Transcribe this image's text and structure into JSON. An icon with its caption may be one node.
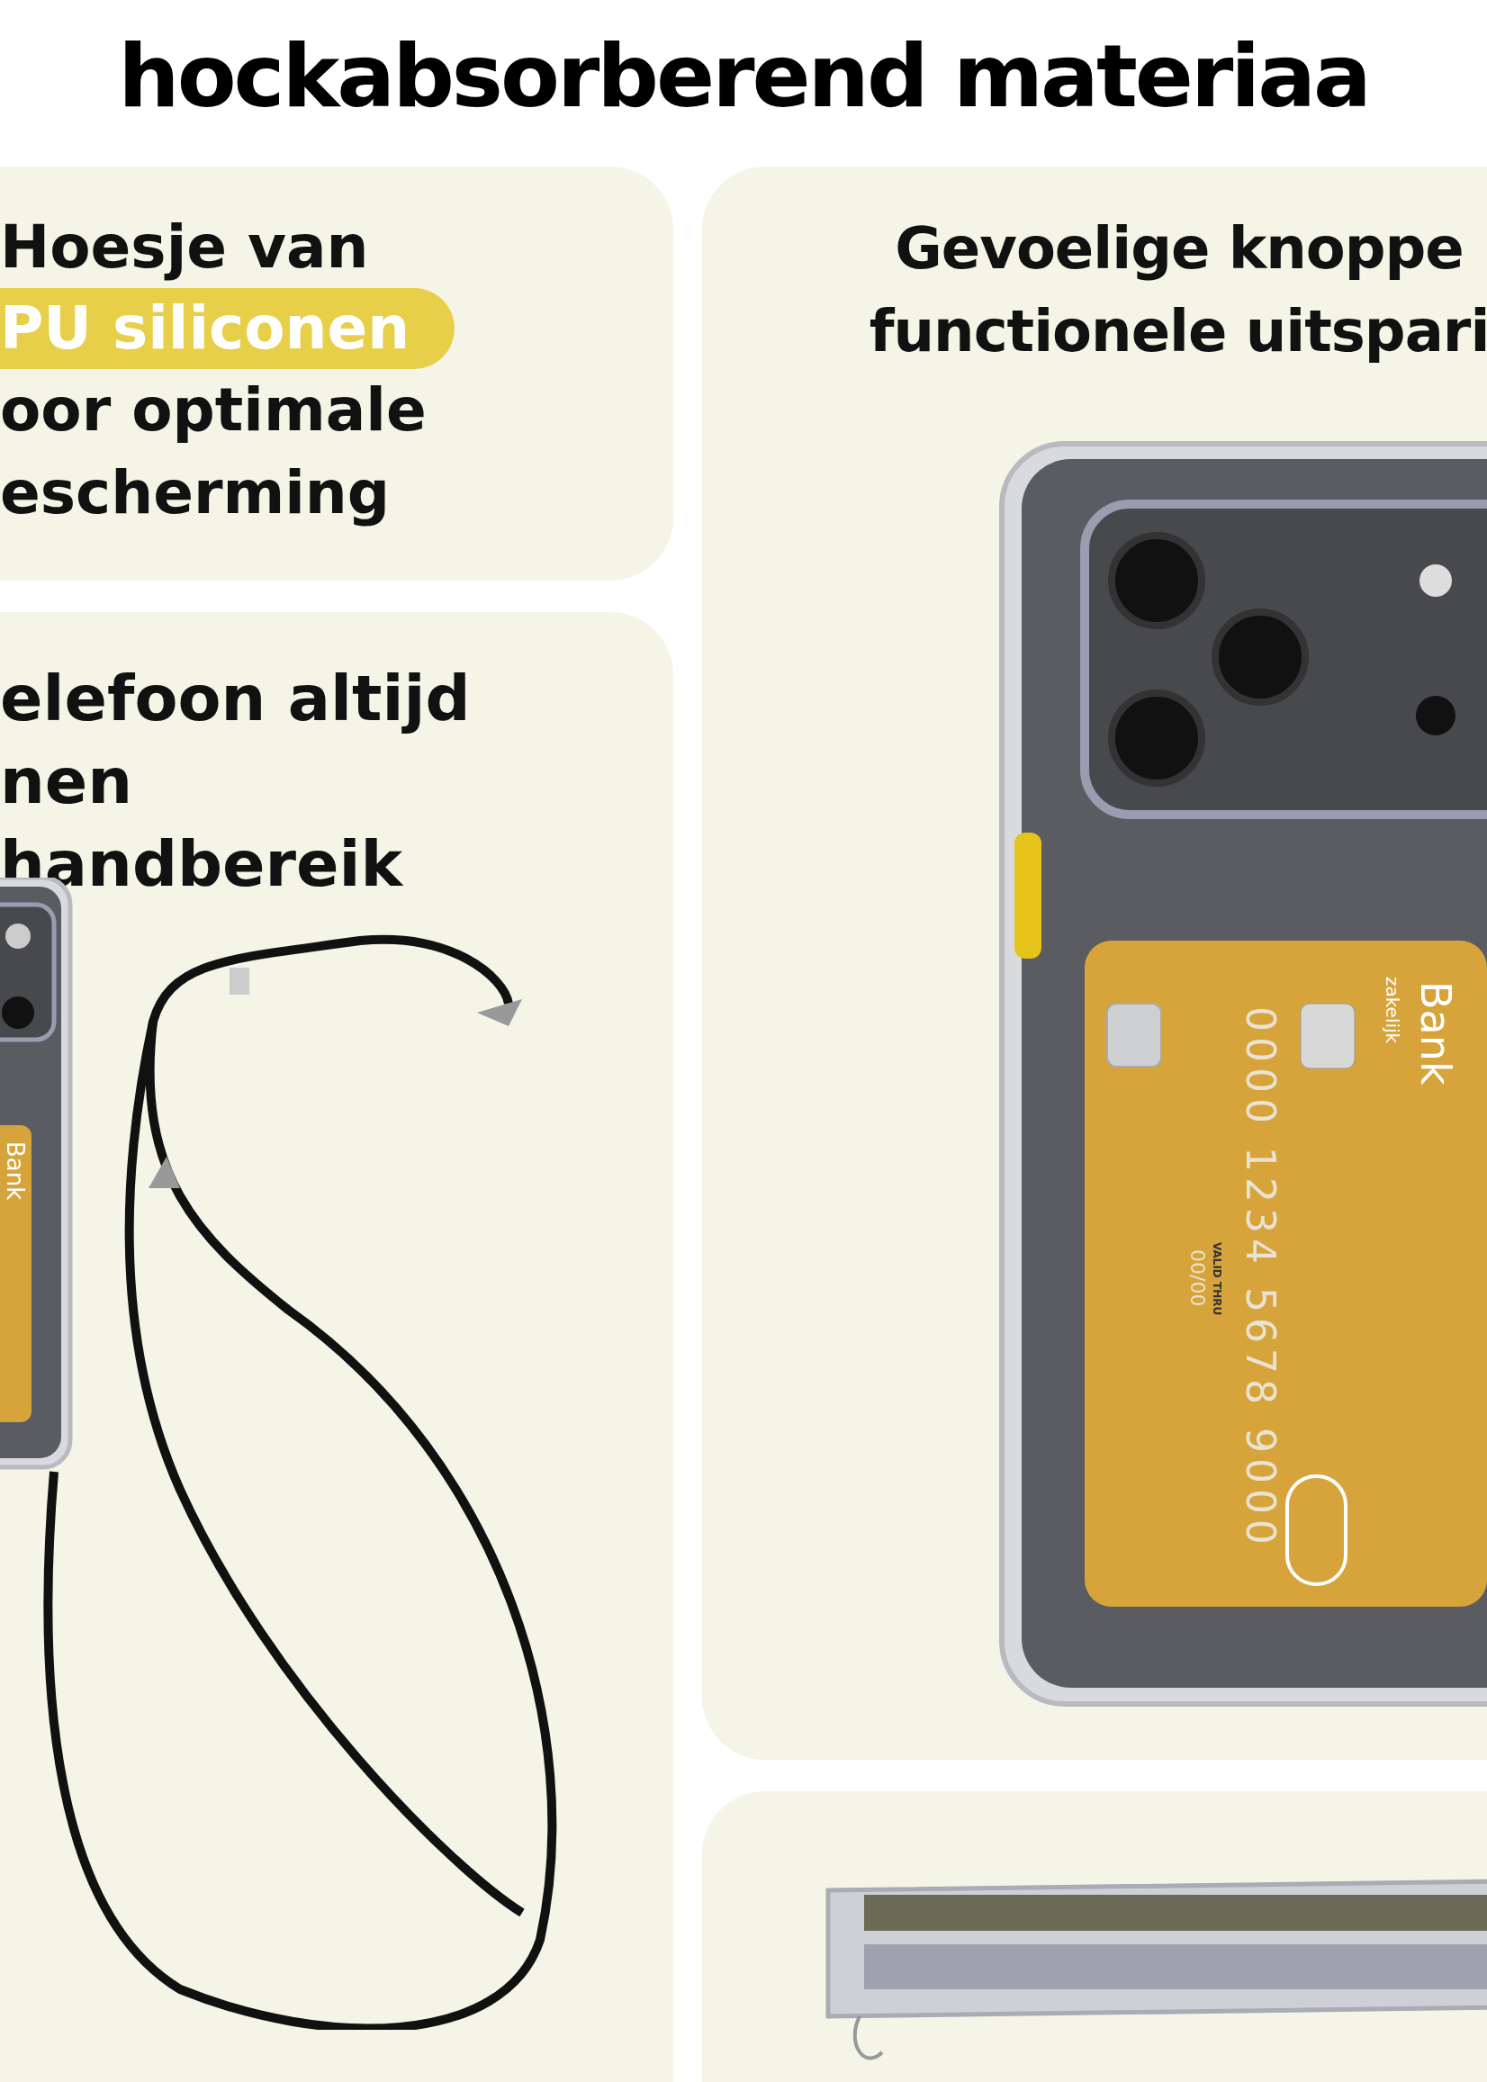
{
  "diagram": {
    "title": "hockabsorberend materiaa",
    "nodes": [
      {
        "text": [
          "Hoesje van",
          "PU siliconen",
          "oor optimale escherming"
        ]
      },
      {
        "text": [
          "elefoon altijd nen handbereik"
        ]
      },
      {
        "text": [
          "Gevoelige knoppe functionele uitspari"
        ]
      },
      {
        "text": [],
        "shape": "box"
      }
    ],
    "edges": [],
    "labels": [
      "Bank",
      "zakelijk",
      "0000 1234 5678 9000",
      "VALID THRU",
      "00/00",
      "Bank"
    ]
  }
}
